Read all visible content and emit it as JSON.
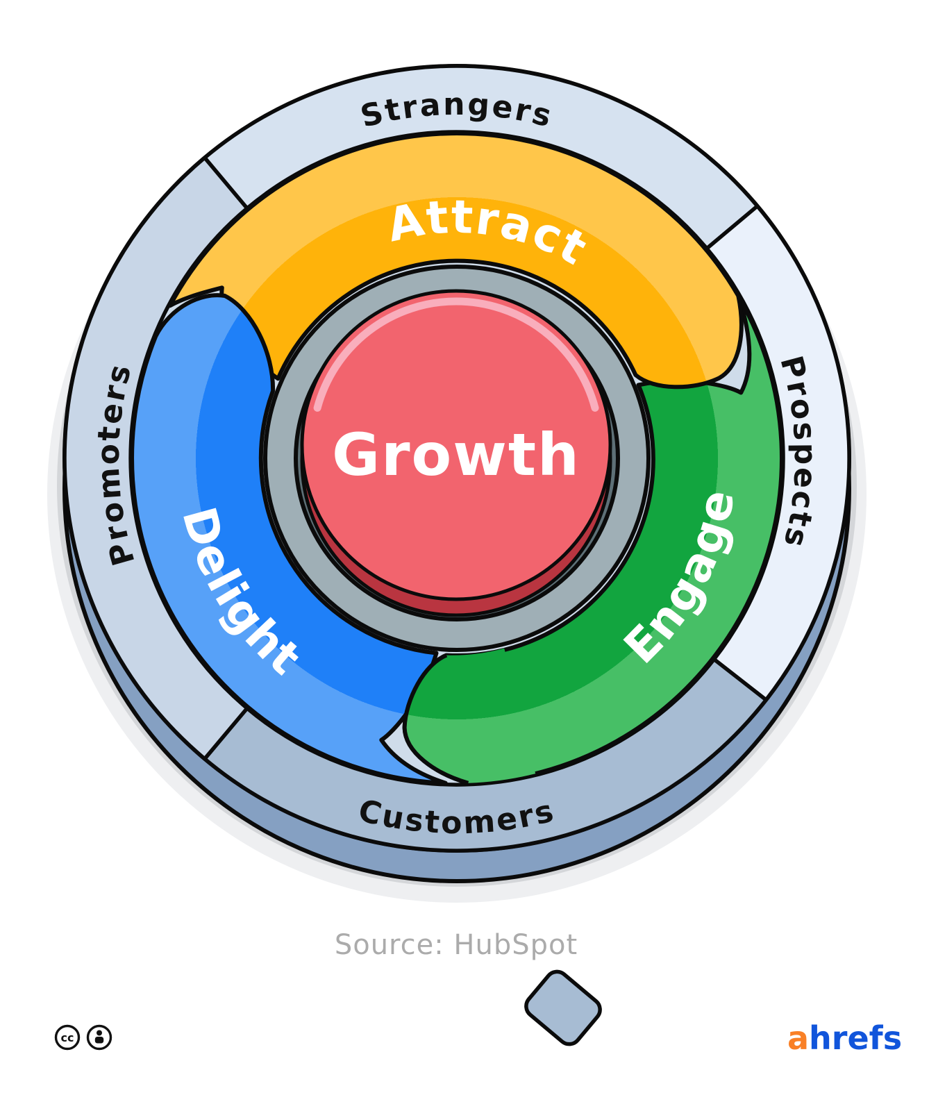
{
  "wheel": {
    "center_label": "Growth",
    "hub_color": "#F2646E",
    "hub_highlight": "#F9AEBC",
    "hub_shadow": "#B93540",
    "ring_gray": "#9FAFB6",
    "ring_gray_dark": "#5E7077",
    "segments": [
      {
        "label": "Attract",
        "color_dark": "#FFB30A",
        "color_light": "#FFC64A"
      },
      {
        "label": "Engage",
        "color_dark": "#12A53F",
        "color_light": "#47BF66"
      },
      {
        "label": "Delight",
        "color_dark": "#1F80F8",
        "color_light": "#57A1F8"
      }
    ],
    "ring_labels": [
      {
        "label": "Strangers",
        "color": "#D6E2F0"
      },
      {
        "label": "Prospects",
        "color": "#EAF1FB"
      },
      {
        "label": "Customers",
        "color": "#A7BCD3"
      },
      {
        "label": "Promoters",
        "color": "#C8D6E7"
      }
    ],
    "depth_color": "#85A0C2",
    "outline": "#0B0B0B"
  },
  "footer": {
    "source": "Source: HubSpot",
    "cc_label": "cc",
    "brand_prefix": "a",
    "brand_suffix": "hrefs",
    "brand_prefix_color": "#F98026",
    "brand_suffix_color": "#1155DB"
  }
}
